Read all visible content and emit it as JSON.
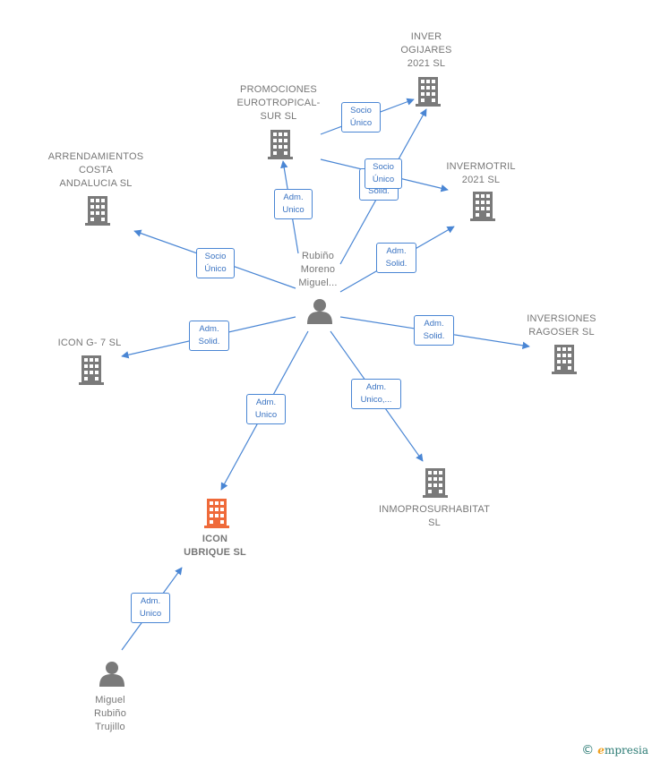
{
  "colors": {
    "building": "#7a7a7a",
    "focus_building": "#ef6a3a",
    "person": "#7a7a7a",
    "edge": "#4a86d4"
  },
  "nodes": {
    "inver_ogijares": {
      "label": "INVER\nOGIJARES\n2021  SL",
      "icon": "building-icon"
    },
    "promociones": {
      "label": "PROMOCIONES\nEUROTROPICAL-\nSUR SL",
      "icon": "building-icon"
    },
    "arrendamientos": {
      "label": "ARRENDAMIENTOS\nCOSTA\nANDALUCIA  SL",
      "icon": "building-icon"
    },
    "invermotril": {
      "label": "INVERMOTRIL\n2021  SL",
      "icon": "building-icon"
    },
    "rubino_moreno": {
      "label": "Rubiño\nMoreno\nMiguel...",
      "icon": "person-icon"
    },
    "icon_g7": {
      "label": "ICON G- 7  SL",
      "icon": "building-icon"
    },
    "inversiones": {
      "label": "INVERSIONES\nRAGOSER  SL",
      "icon": "building-icon"
    },
    "inmoprosur": {
      "label": "INMOPROSURHABITAT\nSL",
      "icon": "building-icon"
    },
    "icon_ubrique": {
      "label": "ICON\nUBRIQUE  SL",
      "icon": "building-icon"
    },
    "miguel_trujillo": {
      "label": "Miguel\nRubiño\nTrujillo",
      "icon": "person-icon"
    }
  },
  "edge_labels": {
    "promociones_inver": "Socio\nÚnico",
    "rubino_inver": "Socio\nÚnico",
    "rubino_invermotril_solid": "Solid.",
    "rubino_promociones": "Adm.\nUnico",
    "rubino_arrendamientos": "Socio\nÚnico",
    "rubino_invermotril": "Adm.\nSolid.",
    "rubino_icon_g7": "Adm.\nSolid.",
    "rubino_inversiones": "Adm.\nSolid.",
    "rubino_inmoprosur": "Adm.\nUnico,...",
    "rubino_ubrique": "Adm.\nUnico",
    "miguel_ubrique": "Adm.\nUnico"
  },
  "footer": {
    "copyright": "©",
    "brand_first": "e",
    "brand_rest": "mpresia"
  }
}
